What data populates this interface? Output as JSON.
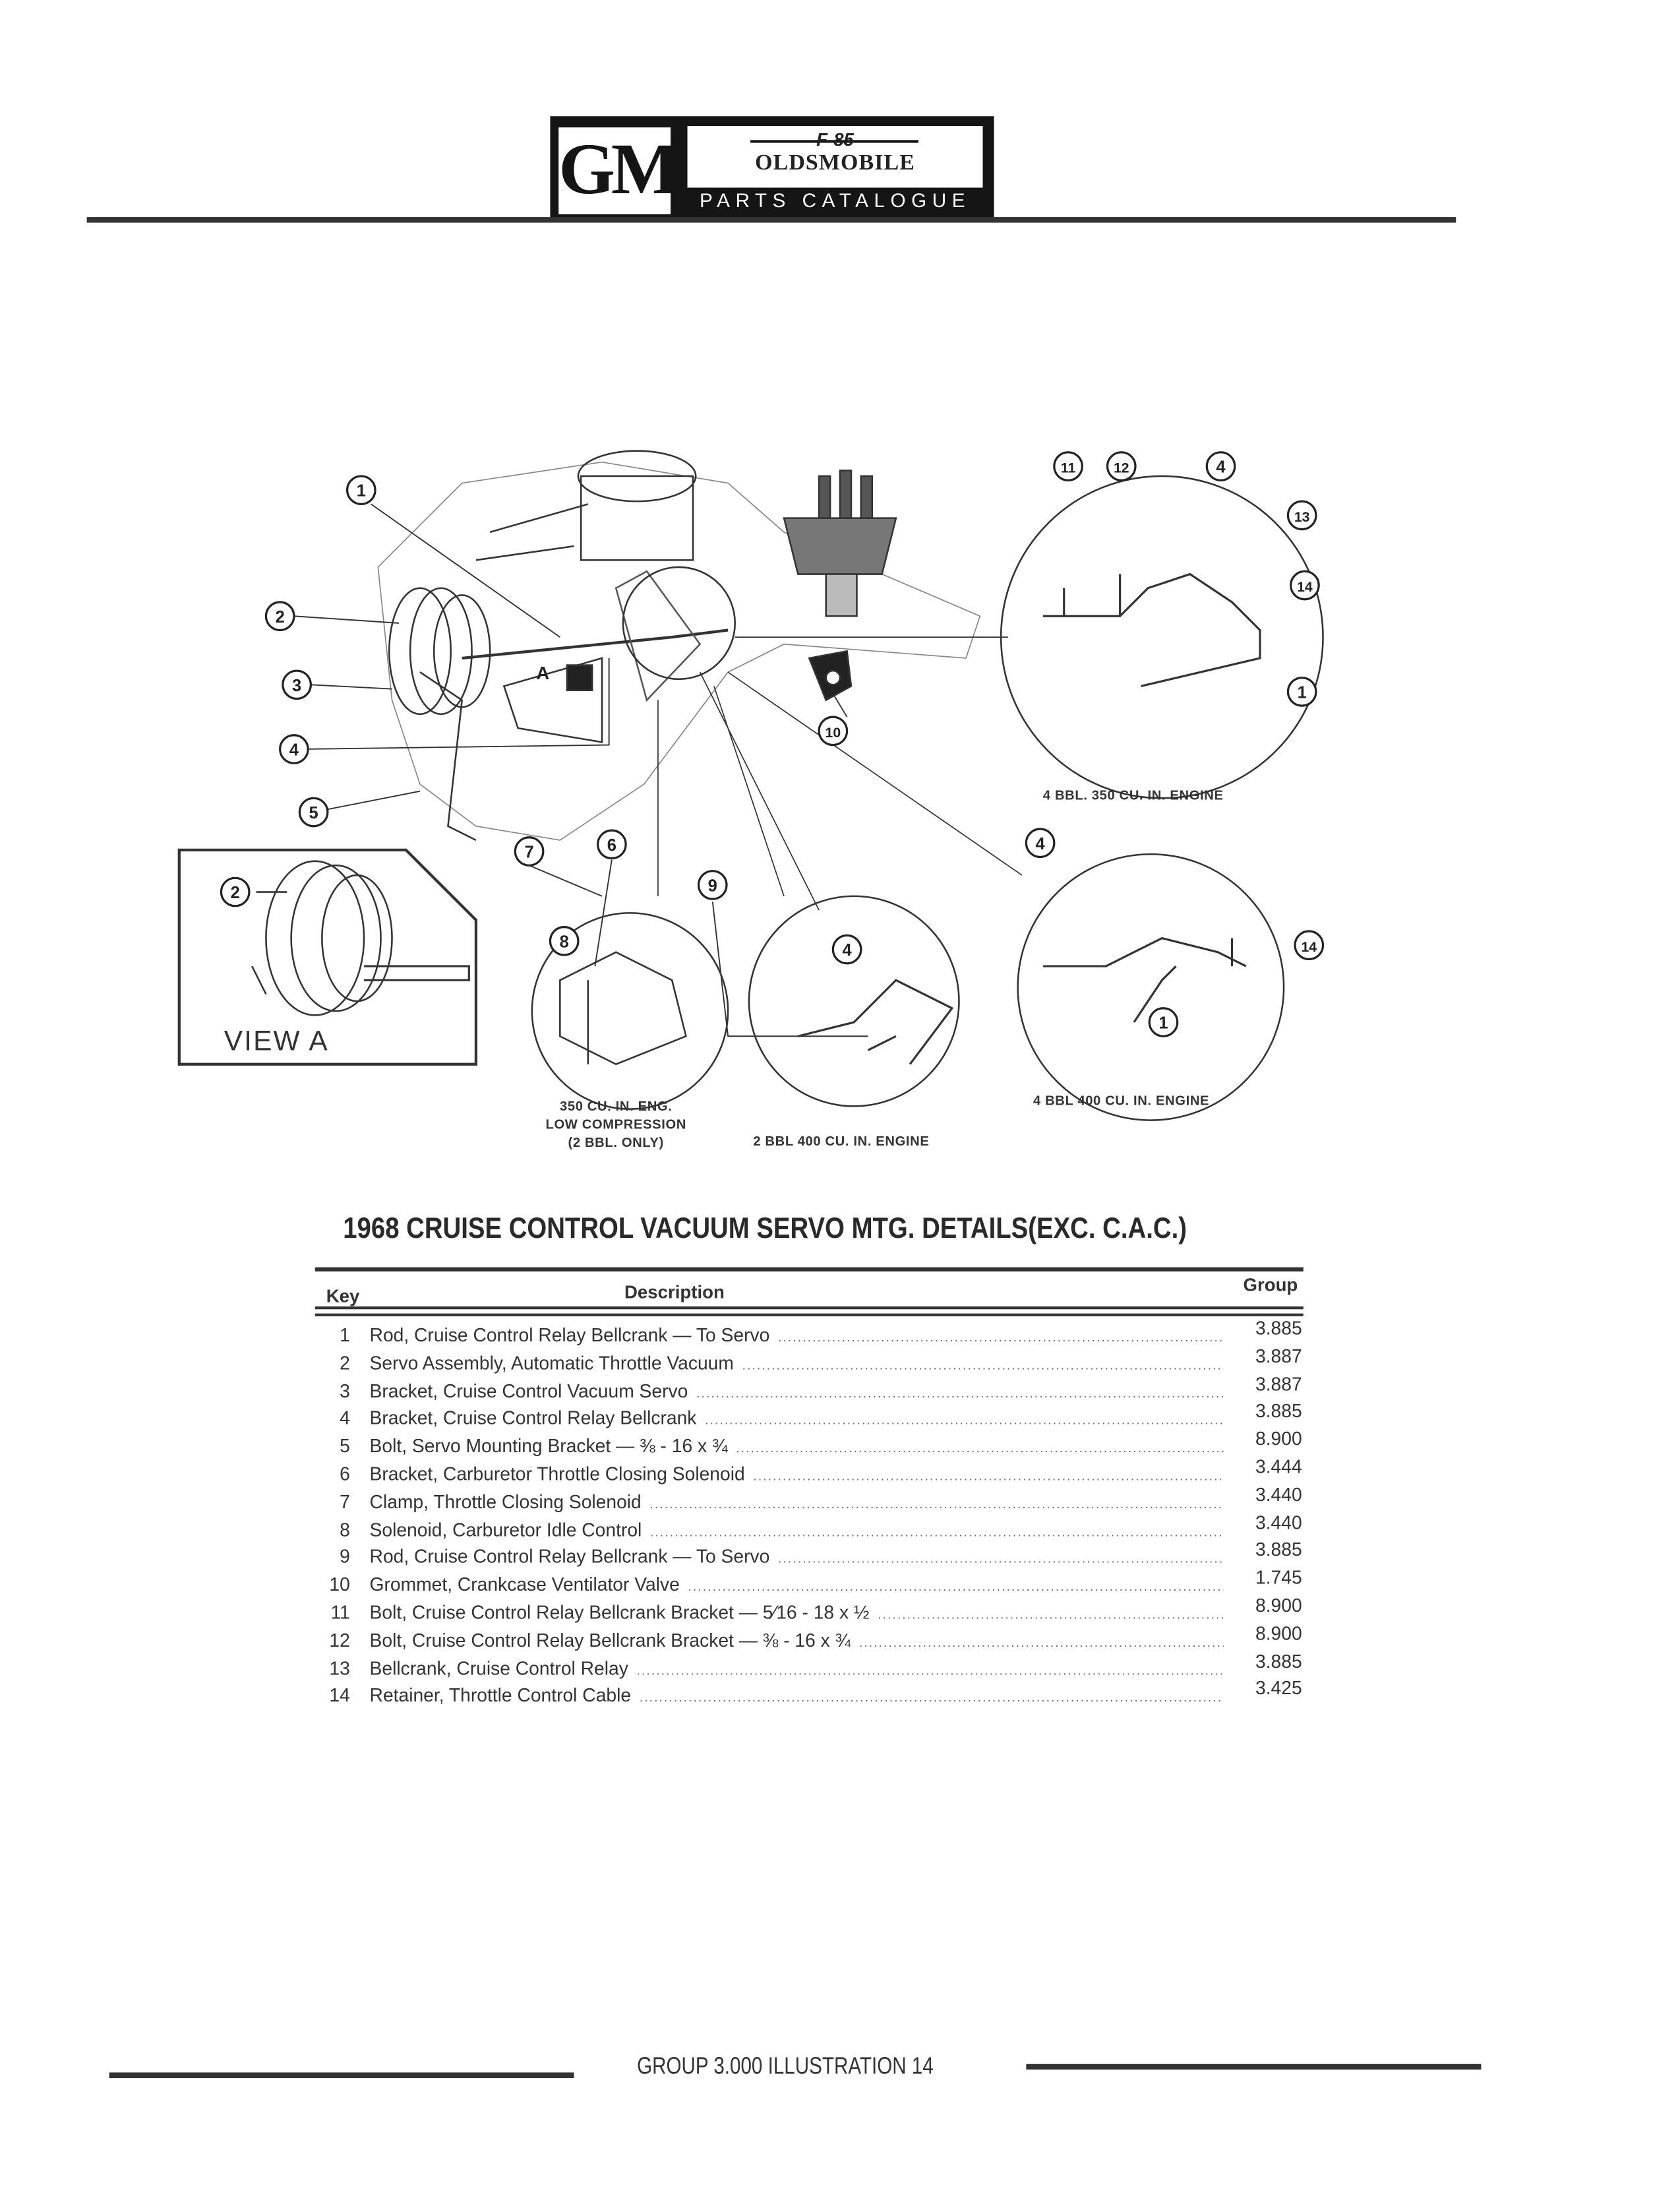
{
  "header": {
    "logo_gm": "GM",
    "logo_f85": "F-85",
    "logo_brand": "OLDSMOBILE",
    "logo_subtitle": "PARTS CATALOGUE"
  },
  "illustration": {
    "callouts": [
      "1",
      "2",
      "3",
      "4",
      "5",
      "7",
      "6",
      "8",
      "9",
      "10",
      "4",
      "11",
      "12",
      "4",
      "13",
      "14",
      "1",
      "4",
      "14",
      "1",
      "2"
    ],
    "view_a_label": "VIEW A",
    "view_a_marker": "A",
    "captions": {
      "top_right": "4 BBL. 350 CU. IN. ENGINE",
      "bottom_right": "4 BBL 400 CU. IN. ENGINE",
      "left_line1": "350 CU. IN. ENG.",
      "left_line2": "LOW COMPRESSION",
      "left_line3": "(2 BBL. ONLY)",
      "middle": "2 BBL 400 CU. IN. ENGINE"
    }
  },
  "title": "1968 CRUISE CONTROL VACUUM SERVO MTG. DETAILS(EXC. C.A.C.)",
  "table": {
    "headers": {
      "key": "Key",
      "description": "Description",
      "group": "Group"
    },
    "rows": [
      {
        "key": "1",
        "description": "Rod, Cruise Control Relay Bellcrank — To Servo",
        "group": "3.885"
      },
      {
        "key": "2",
        "description": "Servo Assembly, Automatic Throttle Vacuum",
        "group": "3.887"
      },
      {
        "key": "3",
        "description": "Bracket, Cruise Control Vacuum Servo",
        "group": "3.887"
      },
      {
        "key": "4",
        "description": "Bracket, Cruise Control Relay Bellcrank",
        "group": "3.885"
      },
      {
        "key": "5",
        "description": "Bolt, Servo Mounting Bracket — ⅜ - 16 x ¾",
        "group": "8.900"
      },
      {
        "key": "6",
        "description": "Bracket, Carburetor Throttle Closing Solenoid",
        "group": "3.444"
      },
      {
        "key": "7",
        "description": "Clamp, Throttle Closing Solenoid",
        "group": "3.440"
      },
      {
        "key": "8",
        "description": "Solenoid, Carburetor Idle Control",
        "group": "3.440"
      },
      {
        "key": "9",
        "description": "Rod, Cruise Control Relay Bellcrank — To Servo",
        "group": "3.885"
      },
      {
        "key": "10",
        "description": "Grommet, Crankcase Ventilator Valve",
        "group": "1.745"
      },
      {
        "key": "11",
        "description": "Bolt, Cruise Control Relay Bellcrank Bracket — 5⁄16 - 18 x ½",
        "group": "8.900"
      },
      {
        "key": "12",
        "description": "Bolt, Cruise Control Relay Bellcrank Bracket — ⅜ - 16 x ¾",
        "group": "8.900"
      },
      {
        "key": "13",
        "description": "Bellcrank, Cruise Control Relay",
        "group": "3.885"
      },
      {
        "key": "14",
        "description": "Retainer, Throttle Control Cable",
        "group": "3.425"
      }
    ]
  },
  "footer": "GROUP 3.000 ILLUSTRATION 14"
}
